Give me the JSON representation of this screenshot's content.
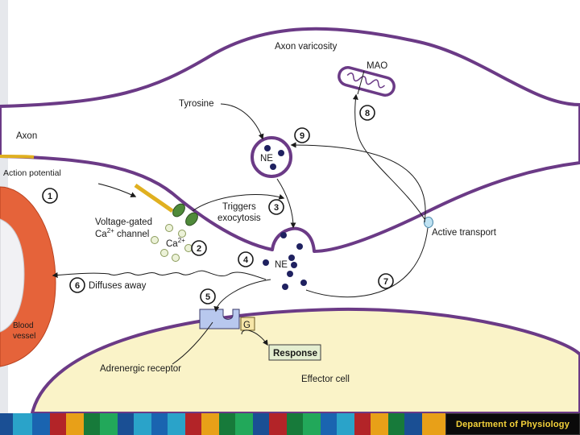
{
  "labels": {
    "axon_varicosity": "Axon varicosity",
    "mao": "MAO",
    "tyrosine": "Tyrosine",
    "axon": "Axon",
    "action_potential": "Action potential",
    "ne_vesicle": "NE",
    "voltage_gated_line1": "Voltage-gated",
    "voltage_gated_line2_pre": "Ca",
    "voltage_gated_line2_sup": "2+",
    "voltage_gated_line2_post": " channel",
    "ca_pre": "Ca",
    "ca_sup": "2+",
    "triggers_line1": "Triggers",
    "triggers_line2": "exocytosis",
    "active_transport": "Active transport",
    "ne_cleft": "NE",
    "diffuses_away": "Diffuses away",
    "g_protein": "G",
    "response": "Response",
    "adrenergic_receptor": "Adrenergic receptor",
    "effector_cell": "Effector cell",
    "blood_vessel_line1": "Blood",
    "blood_vessel_line2": "vessel"
  },
  "steps": [
    "1",
    "2",
    "3",
    "4",
    "5",
    "6",
    "7",
    "8",
    "9"
  ],
  "footer": {
    "department": "Department of Physiology"
  },
  "colors": {
    "membrane": "#6b3a86",
    "membrane_fill": "#ffffff",
    "action_potential": "#e0b020",
    "blood_vessel": "#e5633a",
    "effector_cell": "#faf3c8",
    "ne_dots": "#1f2160",
    "ca_channel": "#4f8a3a",
    "receptor": "#b8c8ee",
    "g_protein": "#f6e6a8",
    "response_box": "#e4eed0"
  }
}
